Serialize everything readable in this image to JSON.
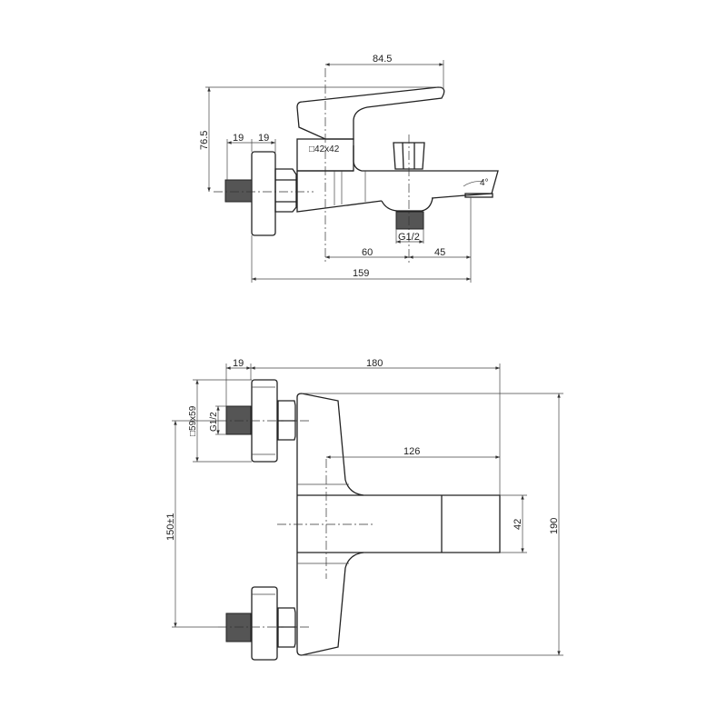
{
  "side_view": {
    "dims": {
      "lever_reach": "84.5",
      "height": "76.5",
      "flange_a": "19",
      "flange_b": "19",
      "body_section": "□42x42",
      "outlet_thread": "G1/2",
      "to_outlet": "60",
      "outlet_to_tip": "45",
      "overall": "159",
      "spout_angle": "4°"
    }
  },
  "top_view": {
    "dims": {
      "flange": "19",
      "overall": "180",
      "rosette": "□59x59",
      "inlet_thread": "G1/2",
      "spout": "126",
      "spout_width": "42",
      "centers": "150±1",
      "height": "190"
    }
  }
}
